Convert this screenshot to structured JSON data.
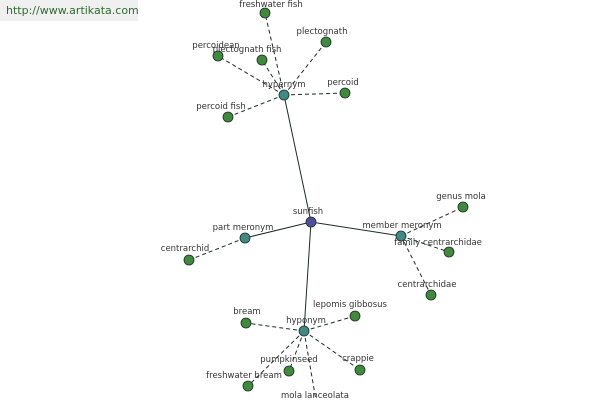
{
  "watermark": "http://www.artikata.com",
  "colors": {
    "center_node": "#4a4fa0",
    "relation_node": "#3f8a86",
    "leaf_node": "#3f8a3f",
    "node_stroke": "#1c2d1c"
  },
  "graph": {
    "center": {
      "id": "sunfish",
      "label": "sunfish"
    },
    "relations": [
      {
        "id": "hypernym",
        "label": "hypernym"
      },
      {
        "id": "part-meronym",
        "label": "part meronym"
      },
      {
        "id": "member-meronym",
        "label": "member meronym"
      },
      {
        "id": "hyponym",
        "label": "hyponym"
      }
    ],
    "leaves": [
      {
        "id": "freshwater-fish",
        "label": "freshwater fish",
        "relation": "hypernym"
      },
      {
        "id": "percoidean",
        "label": "percoidean",
        "relation": "hypernym"
      },
      {
        "id": "plectognath-fish",
        "label": "plectognath fish",
        "relation": "hypernym"
      },
      {
        "id": "plectognath",
        "label": "plectognath",
        "relation": "hypernym"
      },
      {
        "id": "percoid",
        "label": "percoid",
        "relation": "hypernym"
      },
      {
        "id": "percoid-fish",
        "label": "percoid fish",
        "relation": "hypernym"
      },
      {
        "id": "centrarchid",
        "label": "centrarchid",
        "relation": "part-meronym"
      },
      {
        "id": "genus-mola",
        "label": "genus mola",
        "relation": "member-meronym"
      },
      {
        "id": "family-centrarchidae",
        "label": "family centrarchidae",
        "relation": "member-meronym"
      },
      {
        "id": "centrarchidae",
        "label": "centrarchidae",
        "relation": "member-meronym"
      },
      {
        "id": "bream",
        "label": "bream",
        "relation": "hyponym"
      },
      {
        "id": "lepomis-gibbosus",
        "label": "lepomis gibbosus",
        "relation": "hyponym"
      },
      {
        "id": "pumpkinseed",
        "label": "pumpkinseed",
        "relation": "hyponym"
      },
      {
        "id": "crappie",
        "label": "crappie",
        "relation": "hyponym"
      },
      {
        "id": "freshwater-bream",
        "label": "freshwater bream",
        "relation": "hyponym"
      },
      {
        "id": "mola-lanceolata",
        "label": "mola lanceolata",
        "relation": "hyponym"
      }
    ]
  }
}
